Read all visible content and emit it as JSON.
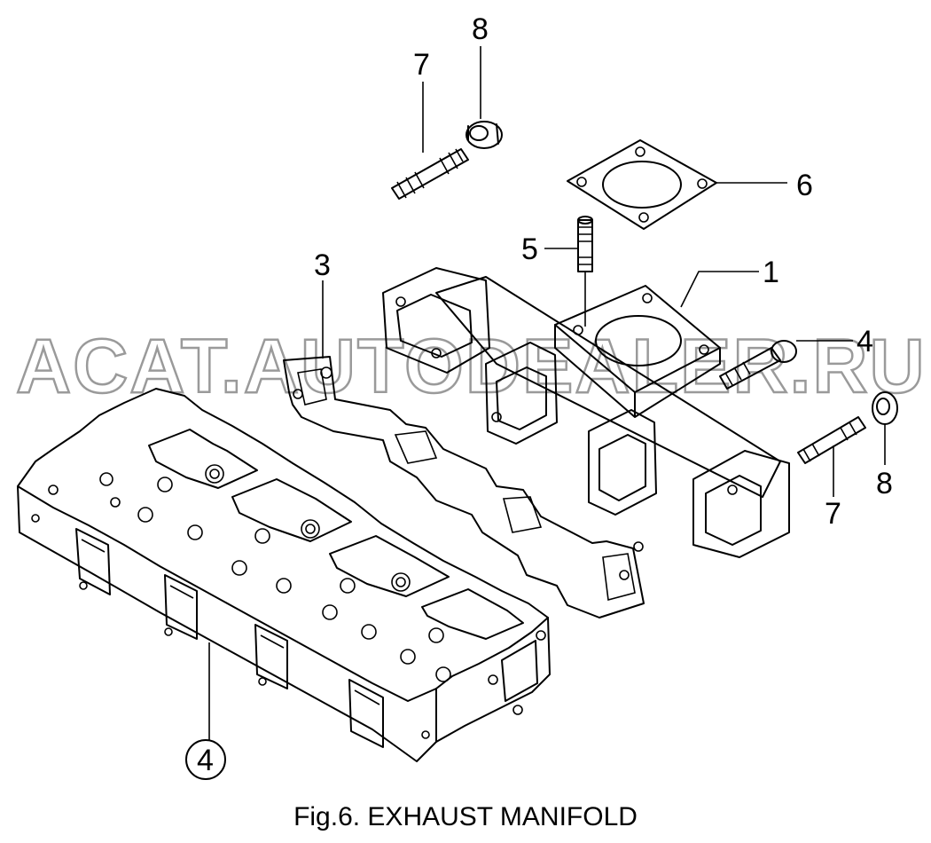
{
  "watermark": "ACAT.AUTODEALER.RU",
  "caption": "Fig.6.  EXHAUST MANIFOLD",
  "callouts": {
    "c1": "1",
    "c3": "3",
    "c4_bolt": "4",
    "c4_head": "4",
    "c5": "5",
    "c6": "6",
    "c7_top": "7",
    "c7_right": "7",
    "c8_top": "8",
    "c8_right": "8"
  }
}
